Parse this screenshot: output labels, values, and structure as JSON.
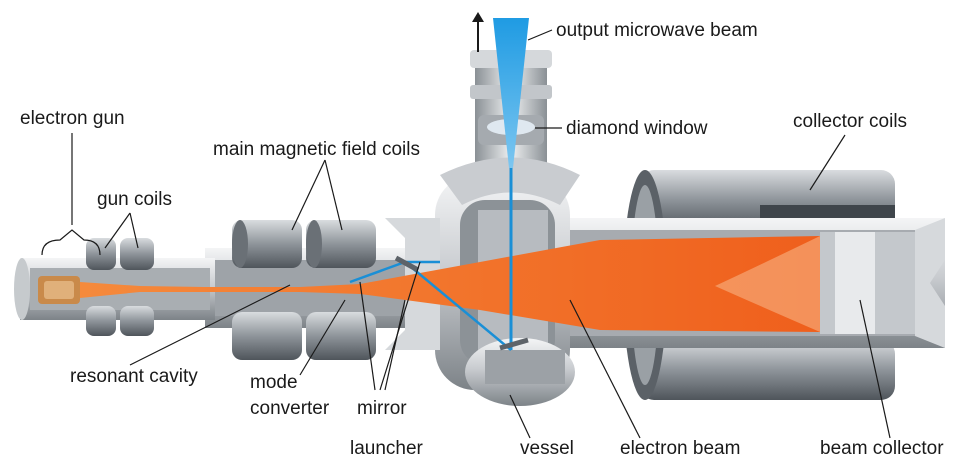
{
  "labels": {
    "output_microwave_beam": "output microwave beam",
    "diamond_window": "diamond window",
    "electron_gun": "electron gun",
    "collector_coils": "collector coils",
    "main_magnetic_field_coils": "main magnetic field coils",
    "gun_coils": "gun coils",
    "resonant_cavity": "resonant cavity",
    "mode": "mode",
    "converter": "converter",
    "mirror": "mirror",
    "launcher": "launcher",
    "vessel": "vessel",
    "electron_beam": "electron beam",
    "beam_collector": "beam collector"
  },
  "colors": {
    "electron_beam": "#f26a22",
    "microwave_beam": "#1a8fd6",
    "metal_light": "#e4e6e8",
    "metal_mid": "#b9bdc1",
    "metal_dark": "#6f757b",
    "interior": "#9a9ea3",
    "coil_dark": "#4a4f55",
    "gun_copper": "#c98a4a"
  }
}
